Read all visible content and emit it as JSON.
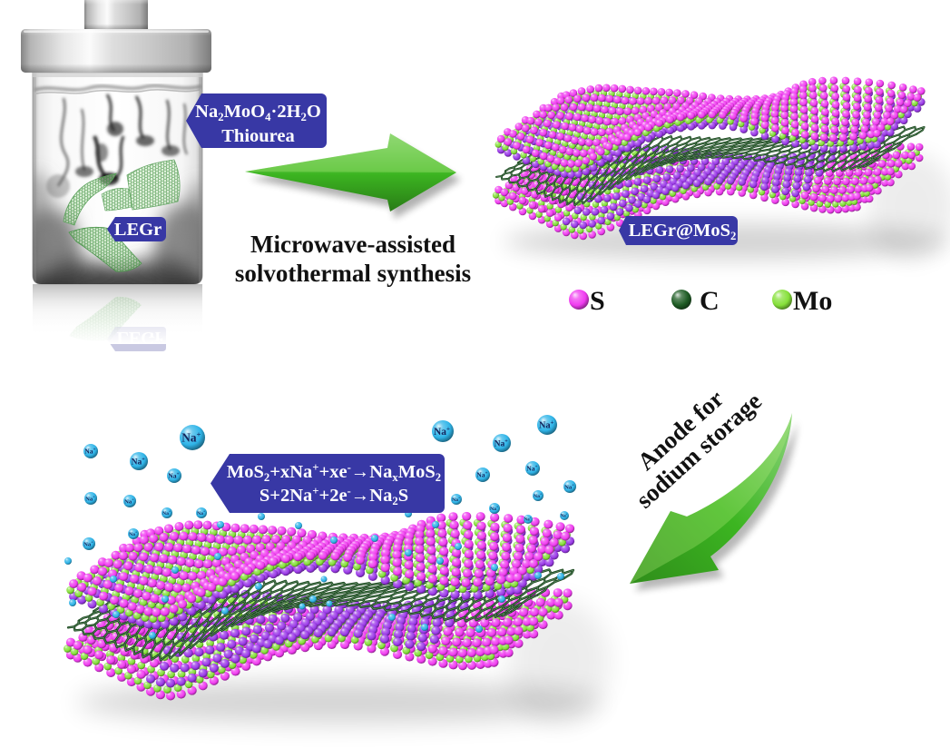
{
  "synthesis": {
    "reagent_callout": [
      [
        "Na",
        {
          "sub": "2"
        },
        "MoO",
        {
          "sub": "4"
        },
        "·2H",
        {
          "sub": "2"
        },
        "O"
      ],
      [
        "Thiourea"
      ]
    ],
    "substrate_callout": [
      "LEGr"
    ],
    "substrate_reflection": "LEGr",
    "process_caption": [
      "Microwave-assisted",
      "solvothermal synthesis"
    ]
  },
  "product": {
    "callout": [
      "LEGr@MoS",
      {
        "sub": "2"
      }
    ],
    "legend": [
      {
        "symbol": "S",
        "color": "#f03cf0"
      },
      {
        "symbol": "C",
        "color": "#1e5c24"
      },
      {
        "symbol": "Mo",
        "color": "#86e03a"
      }
    ]
  },
  "application": {
    "arrow_caption": [
      "Anode for",
      "sodium storage"
    ],
    "reactions": [
      [
        "MoS",
        {
          "sub": "2"
        },
        "+xNa",
        {
          "sup": "+"
        },
        "+xe",
        {
          "sup": "-"
        },
        "→Na",
        {
          "sub": "x"
        },
        "MoS",
        {
          "sub": "2"
        }
      ],
      [
        "S+2Na",
        {
          "sup": "+"
        },
        "+2e",
        {
          "sup": "-"
        },
        "→Na",
        {
          "sub": "2"
        },
        "S"
      ]
    ],
    "ion_label": [
      "Na",
      {
        "sup": "+"
      }
    ]
  },
  "colors": {
    "callout_fill": "#3838a5",
    "callout_text": "#ffffff",
    "caption_text": "#111111",
    "arrow_green": "#3cb521",
    "sulfur_shaded": "#9b3ae8",
    "sodium_ion": "#2fb4e8",
    "ion_label_text": "#15245c"
  }
}
